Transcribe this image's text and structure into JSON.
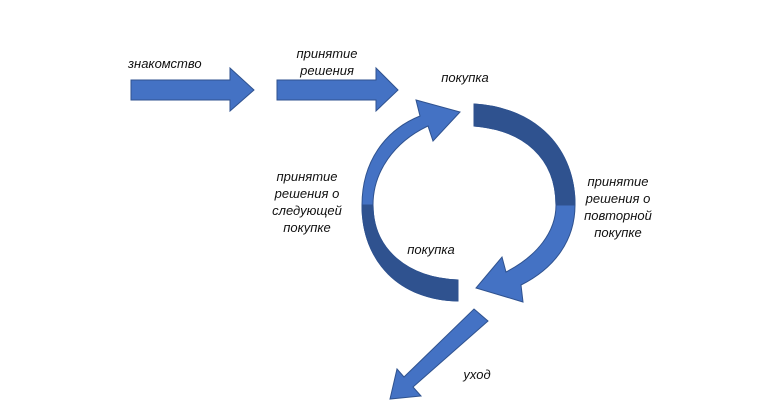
{
  "diagram": {
    "fill_color": "#4472C4",
    "dark_color": "#2F528F",
    "stroke_color": "#2F528F",
    "labels": {
      "introduction": "знакомство",
      "decision": "принятие\nрешения",
      "purchase_top": "покупка",
      "decision_next": "принятие\nрешения о\nследующей\nпокупке",
      "decision_repeat": "принятие\nрешения о\nповторной\nпокупке",
      "purchase_bottom": "покупка",
      "leave": "уход"
    }
  }
}
